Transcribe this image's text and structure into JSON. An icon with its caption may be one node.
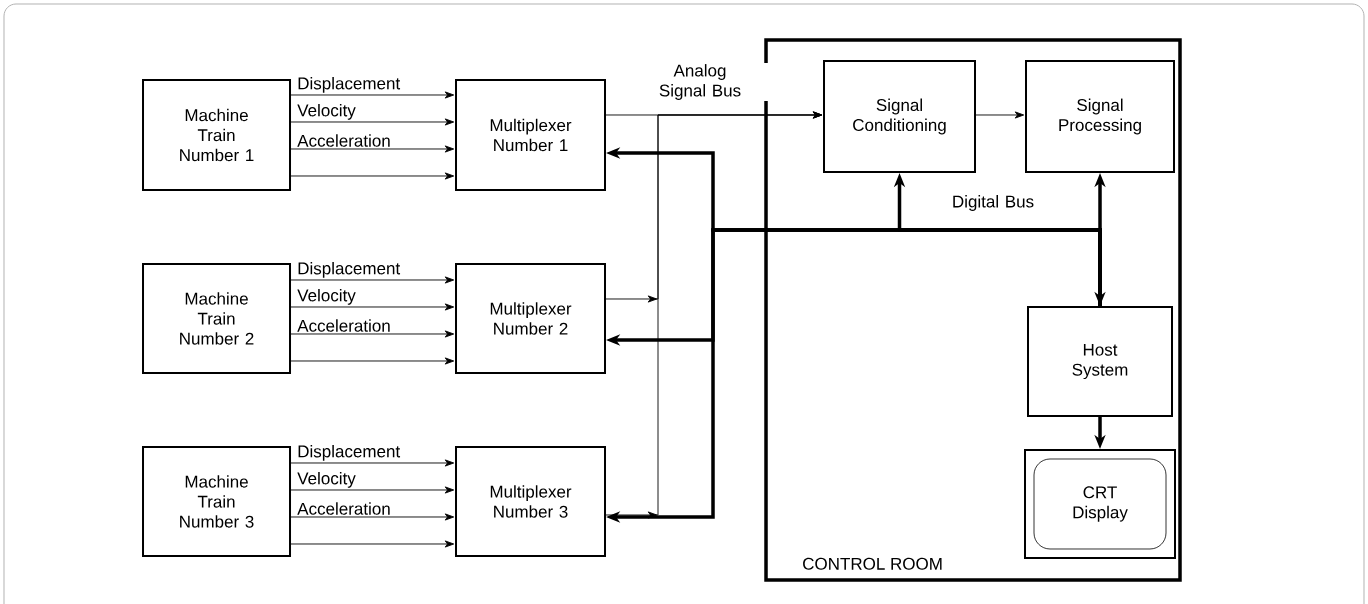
{
  "diagram": {
    "nodes": [
      {
        "text": [
          "Machine Train Number 1"
        ]
      },
      {
        "text": [
          "Multiplexer Number 1"
        ]
      },
      {
        "text": [
          "Machine Train Number 2"
        ]
      },
      {
        "text": [
          "Multiplexer Number 2"
        ]
      },
      {
        "text": [
          "Machine Train Number 3"
        ]
      },
      {
        "text": [
          "Multiplexer Number 3"
        ]
      },
      {
        "text": [
          "CONTROL ROOM"
        ]
      },
      {
        "text": [
          "Signal Conditioning"
        ],
        "in": 6
      },
      {
        "text": [
          "Signal Processing"
        ],
        "in": 6
      },
      {
        "text": [
          "Host System"
        ],
        "in": 6
      },
      {
        "text": [
          "CRT Display"
        ],
        "in": 6
      }
    ],
    "edges": [
      {
        "from": 0,
        "to": 1,
        "arrow": "to",
        "label": "Displacement"
      },
      {
        "from": 0,
        "to": 1,
        "arrow": "to",
        "label": "Velocity"
      },
      {
        "from": 0,
        "to": 1,
        "arrow": "to",
        "label": "Acceleration"
      },
      {
        "from": 0,
        "to": 1,
        "arrow": "to"
      },
      {
        "from": 2,
        "to": 3,
        "arrow": "to",
        "label": "Displacement"
      },
      {
        "from": 2,
        "to": 3,
        "arrow": "to",
        "label": "Velocity"
      },
      {
        "from": 2,
        "to": 3,
        "arrow": "to",
        "label": "Acceleration"
      },
      {
        "from": 2,
        "to": 3,
        "arrow": "to"
      },
      {
        "from": 4,
        "to": 5,
        "arrow": "to",
        "label": "Displacement"
      },
      {
        "from": 4,
        "to": 5,
        "arrow": "to",
        "label": "Velocity"
      },
      {
        "from": 4,
        "to": 5,
        "arrow": "to",
        "label": "Acceleration"
      },
      {
        "from": 4,
        "to": 5,
        "arrow": "to"
      },
      {
        "from": 1,
        "to": 7,
        "arrow": "to",
        "label": "Analog Signal Bus"
      },
      {
        "from": 3,
        "to": 7,
        "arrow": "to"
      },
      {
        "from": 5,
        "to": 7,
        "arrow": "to"
      },
      {
        "from": 7,
        "to": 8,
        "arrow": "to"
      },
      {
        "from": 8,
        "to": 9,
        "arrow": "both",
        "style": "thick"
      },
      {
        "from": 9,
        "to": 7,
        "arrow": "to",
        "style": "thick",
        "label": "Digital Bus"
      },
      {
        "from": 9,
        "to": 1,
        "arrow": "to",
        "style": "thick"
      },
      {
        "from": 9,
        "to": 3,
        "arrow": "to",
        "style": "thick"
      },
      {
        "from": 9,
        "to": 5,
        "arrow": "to",
        "style": "thick"
      },
      {
        "from": 9,
        "to": 10,
        "arrow": "to",
        "style": "thick"
      }
    ]
  }
}
